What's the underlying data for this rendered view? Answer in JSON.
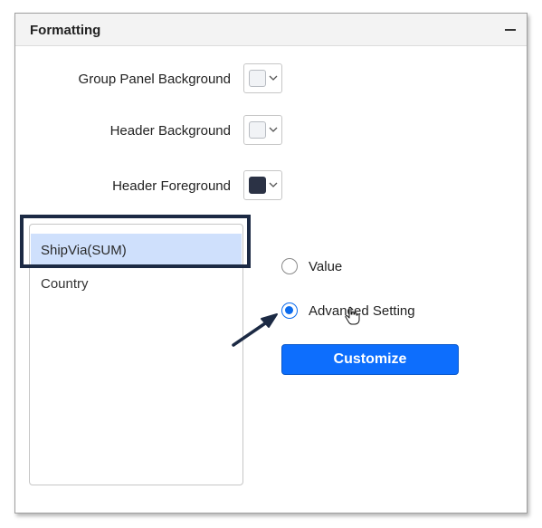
{
  "panel": {
    "title": "Formatting"
  },
  "formatting_rows": [
    {
      "label": "Group Panel Background",
      "swatch_color": "#f1f3f6"
    },
    {
      "label": "Header Background",
      "swatch_color": "#f1f3f6"
    },
    {
      "label": "Header Foreground",
      "swatch_color": "#2b3245"
    }
  ],
  "field_list": {
    "items": [
      {
        "label": "ShipVia(SUM)",
        "selected": true
      },
      {
        "label": "Country",
        "selected": false
      }
    ]
  },
  "options": {
    "value_label": "Value",
    "advanced_label": "Advanced Setting",
    "selected": "Advanced Setting"
  },
  "customize_button": {
    "label": "Customize"
  },
  "colors": {
    "accent": "#0d6efd",
    "selected_item_bg": "#cfe0fc",
    "highlight_border": "#1c2a44"
  }
}
